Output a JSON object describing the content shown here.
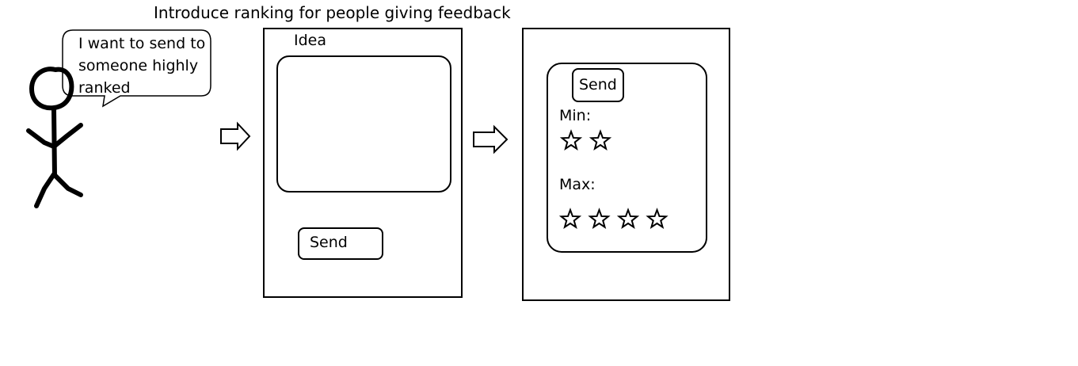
{
  "title": "Introduce ranking for people giving feedback",
  "speech_bubble": {
    "text": "I want to send to someone highly ranked"
  },
  "screen1": {
    "label": "Idea",
    "send_label": "Send"
  },
  "screen2": {
    "send_label": "Send",
    "min_label": "Min:",
    "max_label": "Max:",
    "min_stars": 2,
    "max_stars": 4
  },
  "icons": [
    "stick-figure",
    "right-arrow-icon",
    "star-icon"
  ]
}
